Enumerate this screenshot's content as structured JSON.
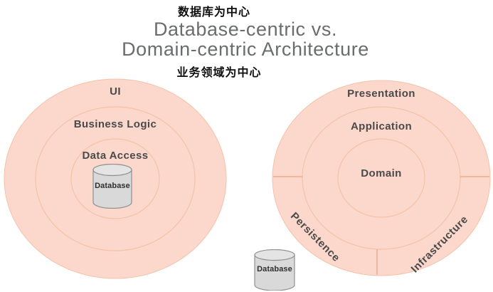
{
  "header": {
    "zh_database_centric": "数据库为中心",
    "title_line1": "Database-centric vs.",
    "title_line2": "Domain-centric Architecture",
    "zh_domain_centric": "业务领域为中心"
  },
  "database_centric_diagram": {
    "rings": [
      {
        "label": "UI"
      },
      {
        "label": "Business Logic"
      },
      {
        "label": "Data Access"
      }
    ],
    "database_label": "Database"
  },
  "domain_centric_diagram": {
    "rings": [
      {
        "label": "Presentation"
      },
      {
        "label": "Application"
      },
      {
        "label": "Domain"
      }
    ],
    "outer_sections": [
      {
        "label": "Persistence"
      },
      {
        "label": "Infrastructure"
      }
    ],
    "database_label": "Database"
  },
  "colors": {
    "ring_fill": "#fbd8cb",
    "ring_line": "#f4c2a8",
    "divider_line": "#ecae90",
    "cylinder_fill": "#d9d9d9",
    "cylinder_top_fill": "#e4e4e4",
    "cylinder_border": "#8f8f8f",
    "title_text": "#6a6c6e",
    "label_text": "#4a4a4a",
    "chinese_text": "#0f0f0f"
  }
}
